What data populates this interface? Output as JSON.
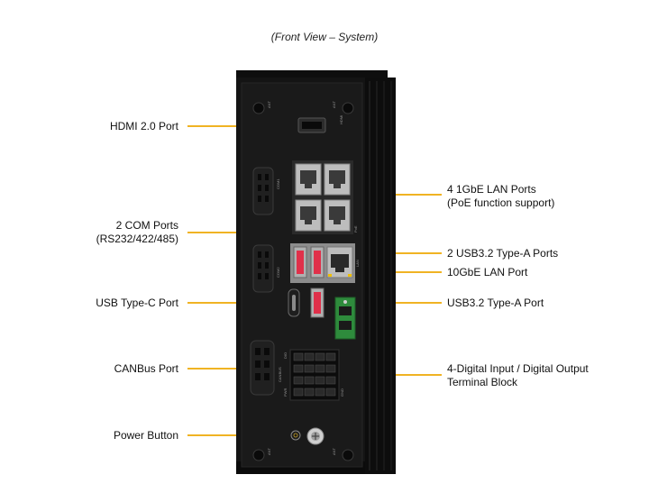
{
  "caption": "(Front View – System)",
  "leader_color": "#f0b323",
  "labels": {
    "hdmi": "HDMI 2.0 Port",
    "com_line1": "2 COM Ports",
    "com_line2": "(RS232/422/485)",
    "usbc": "USB Type-C Port",
    "canbus": "CANBus Port",
    "power": "Power Button",
    "lan_line1": "4 1GbE LAN Ports",
    "lan_line2": "(PoE function support)",
    "usb2": "2 USB3.2 Type-A Ports",
    "lan10g": "10GbE LAN Port",
    "usb1": "USB3.2 Type-A Port",
    "dio_line1": "4-Digital Input / Digital Output",
    "dio_line2": "Terminal Block"
  },
  "panel_text": {
    "ant": "ANT",
    "hdmi": "HDMI",
    "com1": "COM1",
    "com2": "COM2",
    "lan": "LAN",
    "poe": "PoE",
    "canbus": "CANBUS",
    "dio": "DIO",
    "gnd": "GND",
    "pwr": "PWR"
  }
}
